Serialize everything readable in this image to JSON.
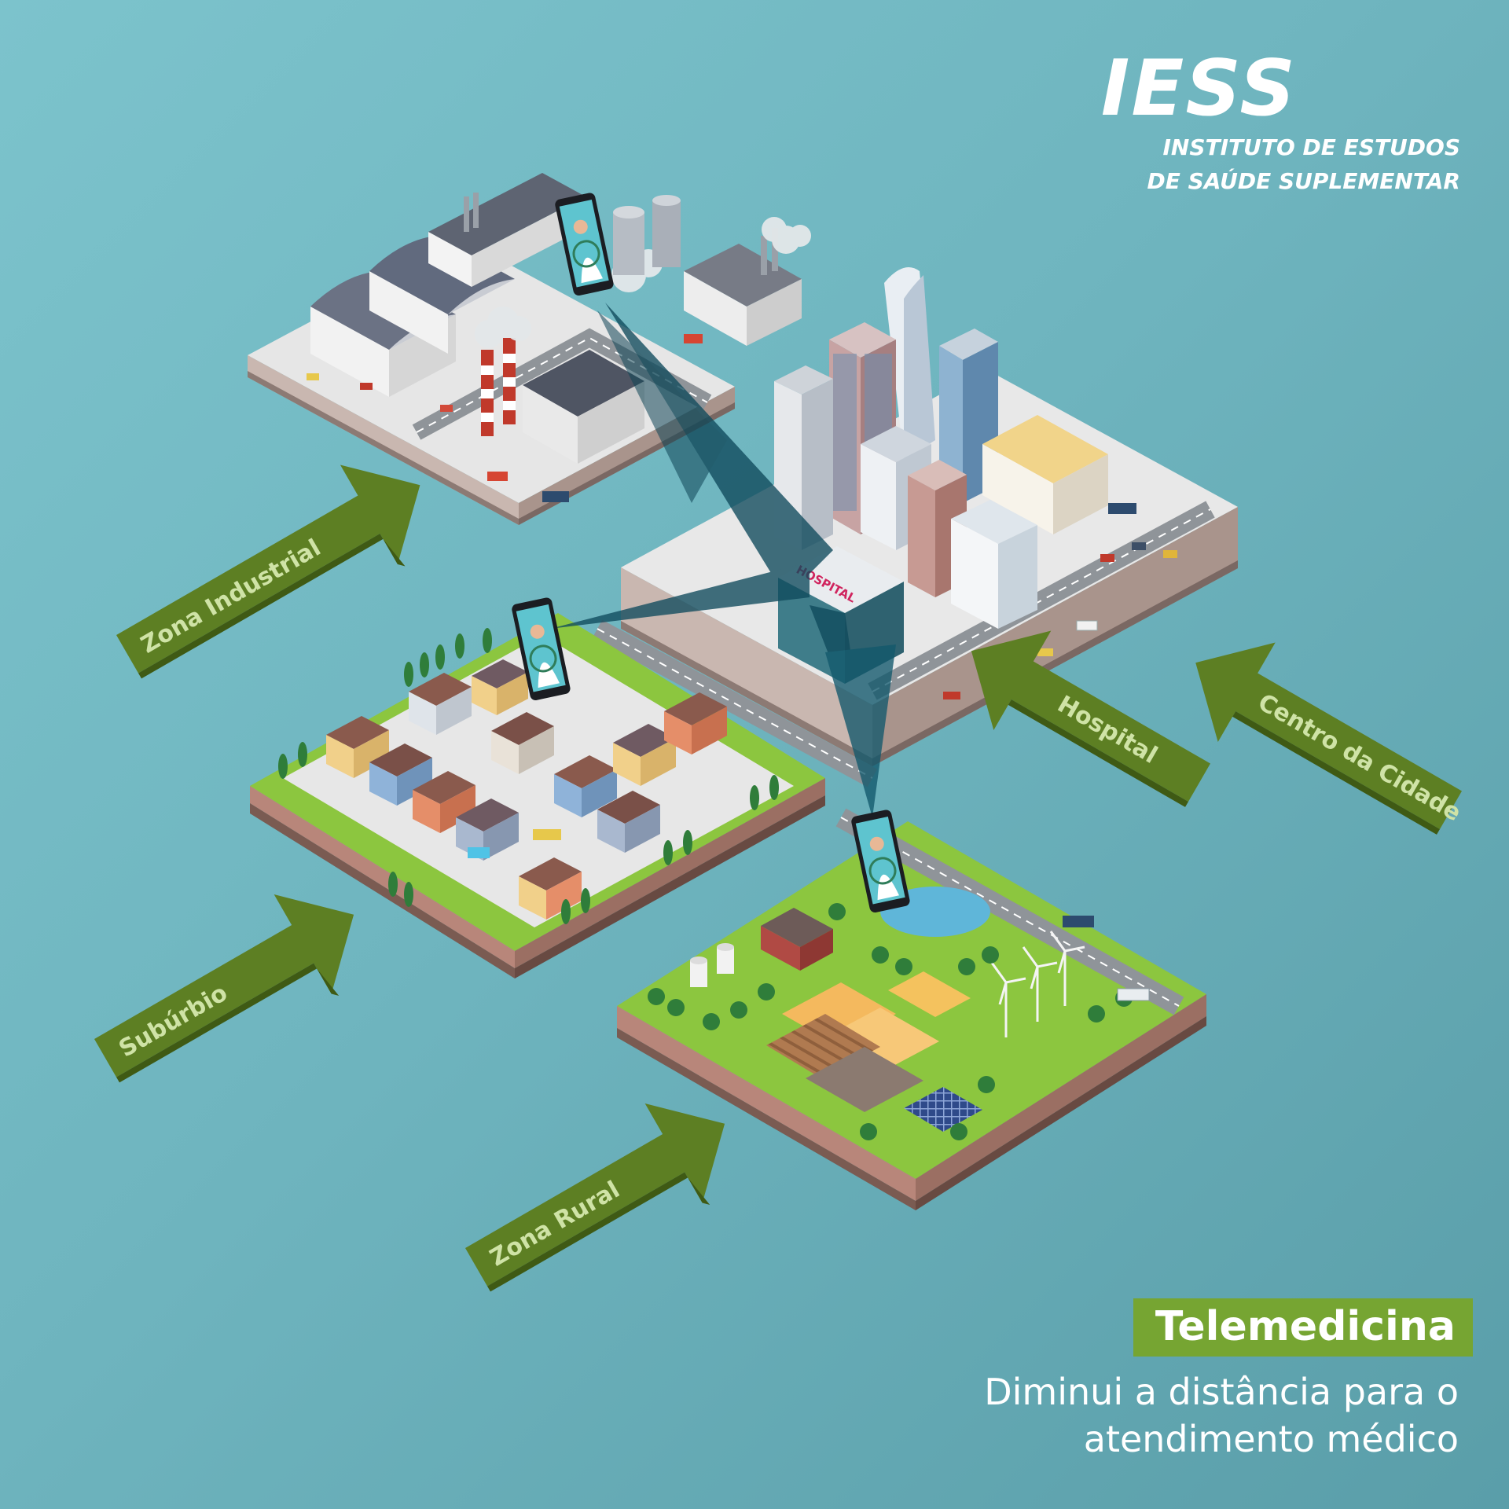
{
  "brand": {
    "mark": "IESS",
    "name_line1": "INSTITUTO DE ESTUDOS",
    "name_line2": "DE SAÚDE SUPLEMENTAR"
  },
  "caption": {
    "title": "Telemedicina",
    "subtitle_line1": "Diminui a distância para o",
    "subtitle_line2": "atendimento médico"
  },
  "zones": {
    "industrial": "Zona Industrial",
    "suburb": "Subúrbio",
    "rural": "Zona Rural",
    "hospital": "Hospital",
    "city_center": "Centro da Cidade"
  },
  "hospital_sign": "HOSPITAL",
  "colors": {
    "background": "#6fb5bf",
    "arrow_green": "#5d7f23",
    "grass": "#8cc63f",
    "pavement": "#e7e7e7",
    "beam": "#0f4a5c",
    "caption_badge": "#76a532"
  }
}
